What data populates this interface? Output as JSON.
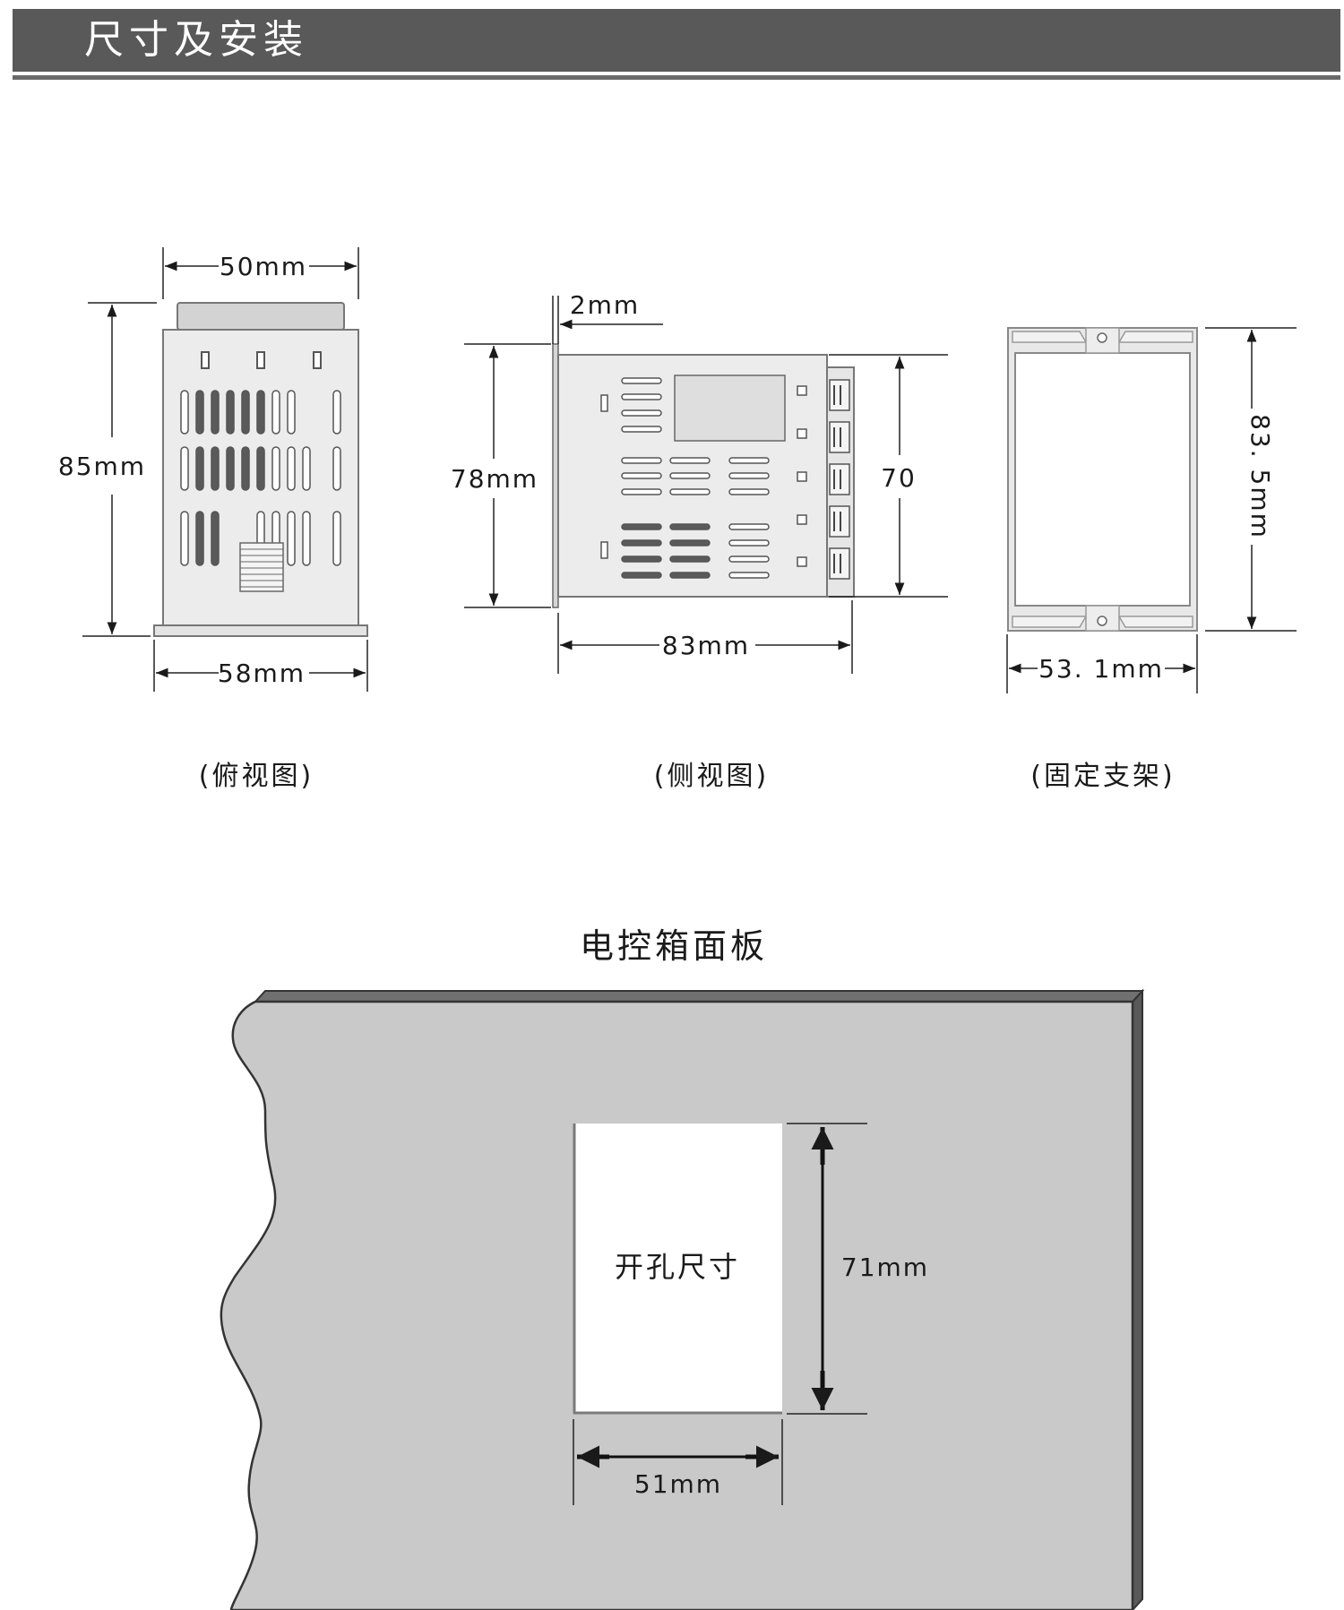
{
  "header": {
    "title": "尺寸及安装"
  },
  "views": {
    "top": {
      "caption": "(俯视图)",
      "dim_top": "50mm",
      "dim_left": "85mm",
      "dim_bottom": "58mm"
    },
    "side": {
      "caption": "(侧视图)",
      "dim_panel": "2mm",
      "dim_left": "78mm",
      "dim_right": "70",
      "dim_bottom": "83mm"
    },
    "bracket": {
      "caption": "(固定支架)",
      "dim_right": "83. 5mm",
      "dim_bottom": "53. 1mm"
    }
  },
  "panel": {
    "title": "电控箱面板",
    "cutout_label": "开孔尺寸",
    "dim_height": "71mm",
    "dim_width": "51mm"
  }
}
